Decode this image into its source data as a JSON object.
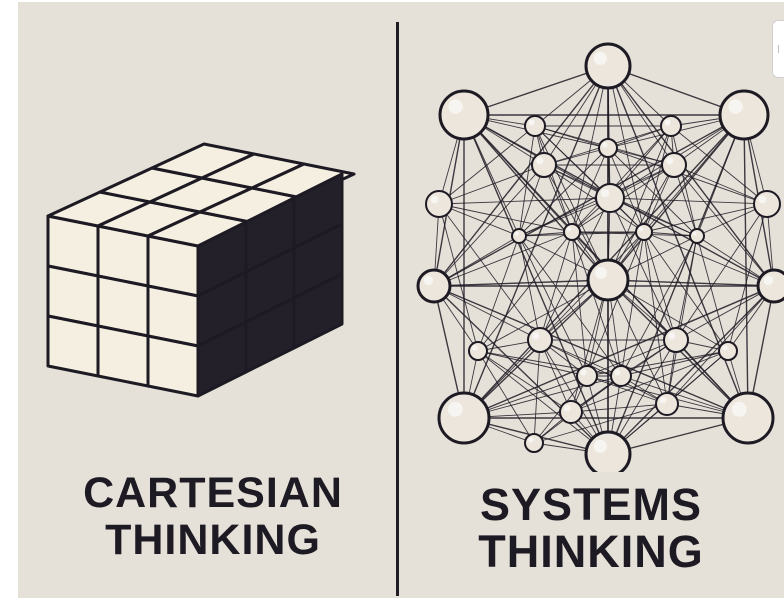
{
  "left_panel": {
    "caption_line1": "CARTESIAN",
    "caption_line2": "THINKING"
  },
  "right_panel": {
    "caption_line1": "SYSTEMS",
    "caption_line2": "THINKING"
  },
  "colors": {
    "background": "#e6e1d8",
    "ink": "#1d1a24",
    "cube_face": "#f4efe0",
    "cube_dark": "#23202a",
    "node_fill": "#ece6dc"
  }
}
